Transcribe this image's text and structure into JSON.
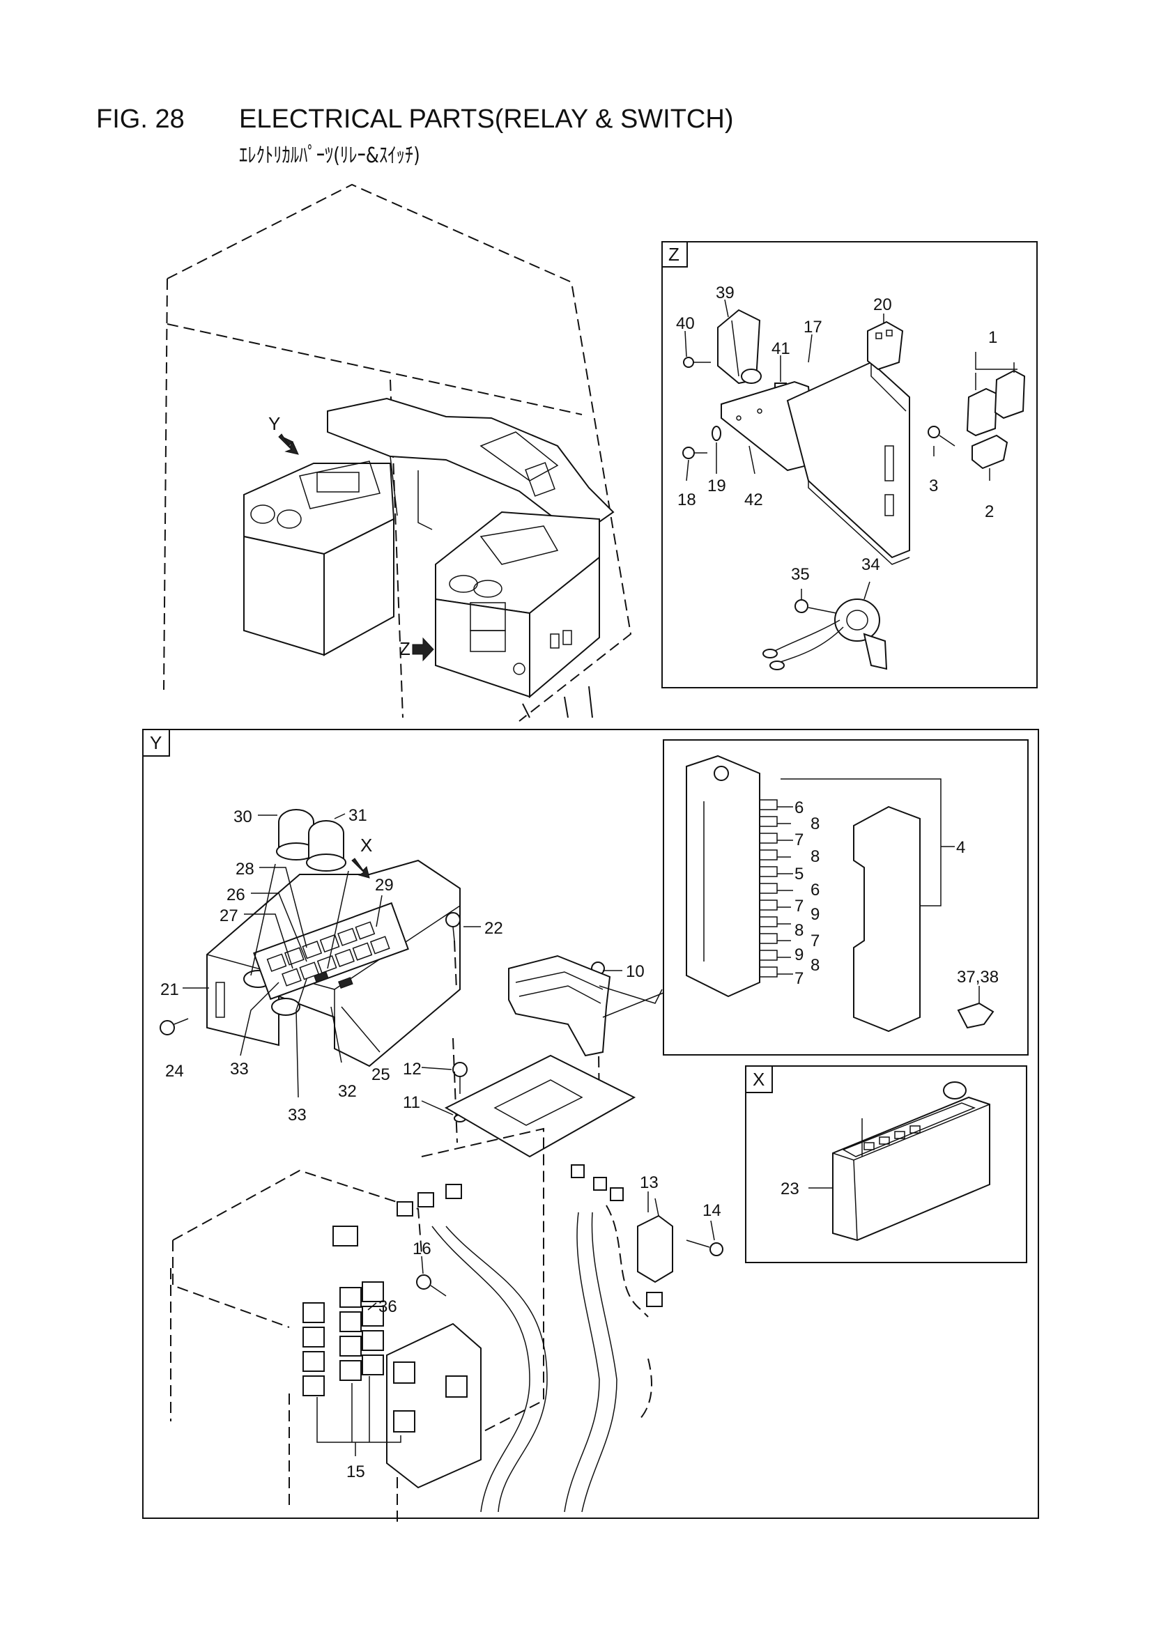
{
  "figure": {
    "number": "FIG. 28",
    "title": "ELECTRICAL PARTS(RELAY & SWITCH)",
    "subtitle": "ｴﾚｸﾄﾘｶﾙﾊﾟｰﾂ(ﾘﾚｰ&ｽｲｯﾁ)"
  },
  "overview": {
    "arrow_y": "Y",
    "arrow_z": "Z"
  },
  "detail_z": {
    "label": "Z",
    "callouts": [
      "39",
      "40",
      "41",
      "17",
      "20",
      "1",
      "18",
      "19",
      "42",
      "3",
      "2",
      "35",
      "34"
    ]
  },
  "detail_y": {
    "label": "Y",
    "arrow_x": "X",
    "callouts": [
      "30",
      "31",
      "28",
      "29",
      "26",
      "27",
      "22",
      "21",
      "24",
      "33",
      "33",
      "32",
      "25",
      "10",
      "12",
      "11",
      "13",
      "14",
      "16",
      "36",
      "15"
    ]
  },
  "fuse_box": {
    "callouts": [
      "6",
      "8",
      "7",
      "8",
      "5",
      "6",
      "7",
      "9",
      "8",
      "7",
      "9",
      "8",
      "7",
      "4",
      "37,38"
    ]
  },
  "detail_x": {
    "label": "X",
    "callouts": [
      "23"
    ]
  }
}
